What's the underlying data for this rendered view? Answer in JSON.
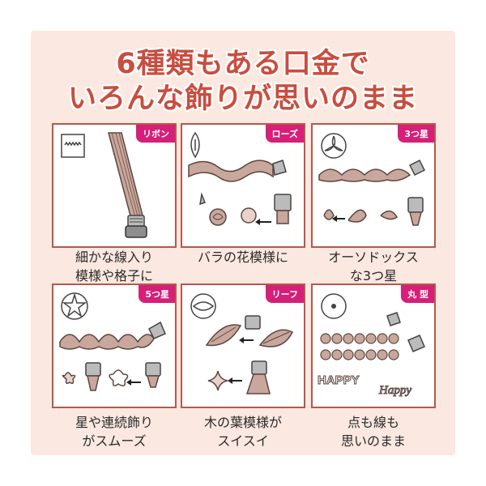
{
  "headline": {
    "line1": "6種類もある口金で",
    "line2": "いろんな飾りが思いのまま"
  },
  "colors": {
    "frame": "#fbe8e0",
    "headline": "#c94d3e",
    "card_border": "#b7584a",
    "badge": "#d61f78",
    "icing": "#c9a79d"
  },
  "tips": [
    {
      "badge": "リボン",
      "icon": "ribbon-tip-icon",
      "caption1": "細かな線入り",
      "caption2": "模様や格子に"
    },
    {
      "badge": "ローズ",
      "icon": "rose-tip-icon",
      "caption1": "バラの花模様に",
      "caption2": ""
    },
    {
      "badge": "3つ星",
      "icon": "three-star-tip-icon",
      "caption1": "オーソドックス",
      "caption2": "な3つ星"
    },
    {
      "badge": "5つ星",
      "icon": "five-star-tip-icon",
      "caption1": "星や連続飾り",
      "caption2": "がスムーズ"
    },
    {
      "badge": "リーフ",
      "icon": "leaf-tip-icon",
      "caption1": "木の葉模様が",
      "caption2": "スイスイ"
    },
    {
      "badge": "丸 型",
      "icon": "round-tip-icon",
      "caption1": "点も線も",
      "caption2": "思いのまま"
    }
  ],
  "round_sample": {
    "word1": "HAPPY",
    "word2": "Happy"
  }
}
